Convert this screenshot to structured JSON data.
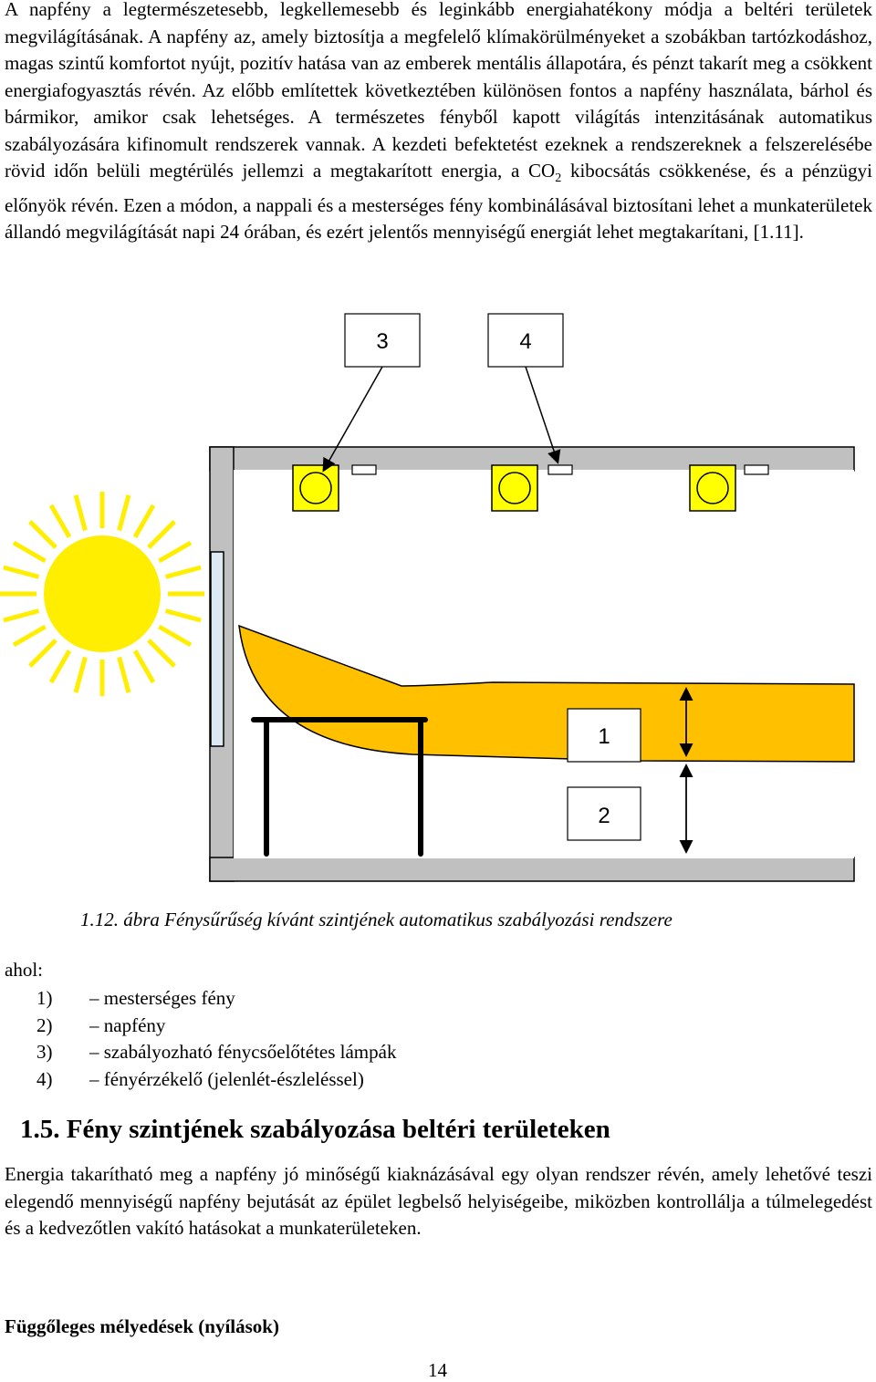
{
  "body": {
    "paragraph1": "A napfény a legtermészetesebb, legkellemesebb és leginkább energiahatékony módja a beltéri területek megvilágításának. A napfény az, amely biztosítja a megfelelő klímakörülményeket a szobákban tartózkodáshoz, magas szintű komfortot nyújt, pozitív hatása van az emberek mentális állapotára, és pénzt takarít meg a csökkent energiafogyasztás révén. Az előbb említettek következtében különösen fontos a napfény használata, bárhol és bármikor, amikor csak lehetséges. A természetes fényből kapott világítás intenzitásának automatikus szabályozására kifinomult rendszerek vannak. A kezdeti befektetést ezeknek a rendszereknek a felszerelésébe rövid időn belüli megtérülés jellemzi a megtakarított energia, a CO",
    "paragraph1_subscript": "2",
    "paragraph1_end": " kibocsátás csökkenése, és a pénzügyi előnyök révén. Ezen a módon, a nappali és a mesterséges fény kombinálásával biztosítani lehet a munkaterületek állandó megvilágítását napi 24 órában, és ezért jelentős mennyiségű energiát lehet megtakarítani, [1.11].",
    "paragraph2": "Energia takarítható meg a napfény jó minőségű kiaknázásával egy olyan rendszer révén, amely lehetővé teszi elegendő mennyiségű napfény bejutását az épület legbelső helyiségeibe, miközben kontrollálja a túlmelegedést és a kedvezőtlen vakító hatásokat a munkaterületeken."
  },
  "figure": {
    "label_3": "3",
    "label_4": "4",
    "label_1": "1",
    "label_2": "2",
    "caption": "1.12. ábra Fénysűrűség kívánt szintjének automatikus szabályozási rendszere",
    "colors": {
      "sun": "#ffee00",
      "lamp": "#ffff00",
      "daylight": "#ffc000",
      "wall": "#c0c0c0",
      "window": "#dbe9f5"
    }
  },
  "legend": {
    "intro": "ahol:",
    "items": [
      {
        "num": "1)",
        "text": "– mesterséges fény"
      },
      {
        "num": "2)",
        "text": "– napfény"
      },
      {
        "num": "3)",
        "text": "– szabályozható fénycsőelőtétes lámpák"
      },
      {
        "num": "4)",
        "text": "– fényérzékelő (jelenlét-észleléssel)"
      }
    ]
  },
  "section": {
    "heading": "1.5. Fény szintjének szabályozása beltéri területeken",
    "subheading": "Függőleges mélyedések (nyílások)"
  },
  "page_number": "14"
}
